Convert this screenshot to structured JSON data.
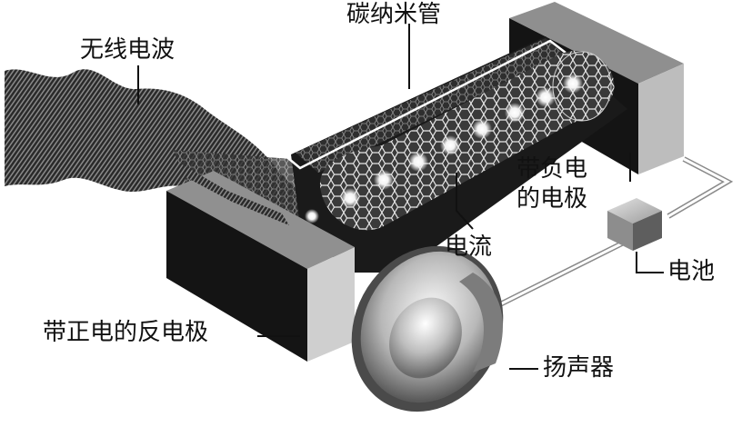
{
  "labels": {
    "radio_wave": "无线电波",
    "nanotube": "碳纳米管",
    "negative_electrode_line1": "带负电",
    "negative_electrode_line2": "的电极",
    "current": "电流",
    "battery": "电池",
    "positive_counter_electrode": "带正电的反电极",
    "speaker": "扬声器"
  },
  "colors": {
    "background": "#ffffff",
    "electrode_dark": "#141414",
    "electrode_light": "#cfcfcf",
    "wave": "#1e1e1e",
    "leader_line": "#111111",
    "wire": "#ffffff",
    "electron_glow": "#ffffff"
  },
  "icons": {
    "electrons": "glowing-sphere",
    "battery": "grey-cube",
    "speaker": "cone-loudspeaker"
  }
}
